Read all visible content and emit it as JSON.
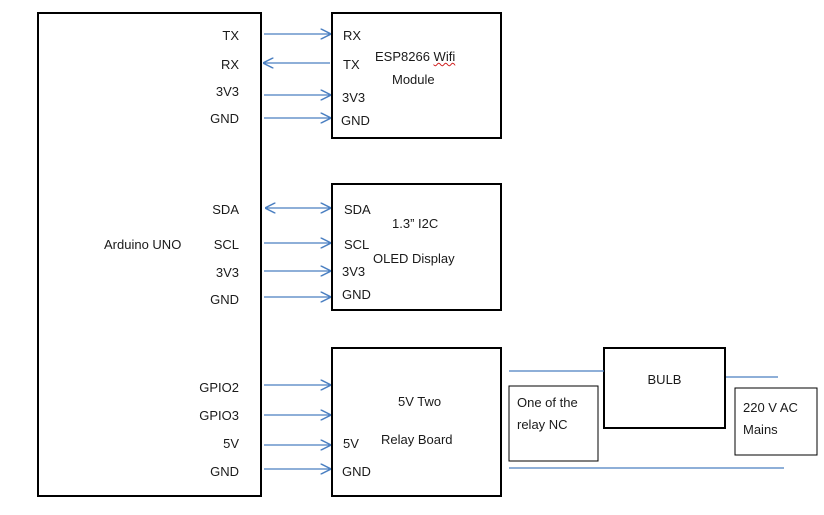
{
  "arduino": {
    "title": "Arduino UNO",
    "pins": [
      "TX",
      "RX",
      "3V3",
      "GND",
      "SDA",
      "SCL",
      "3V3",
      "GND",
      "GPIO2",
      "GPIO3",
      "5V",
      "GND"
    ]
  },
  "esp": {
    "title_main": "ESP8266 ",
    "title_squiggle": "Wifi",
    "title_line2": "Module",
    "pins": [
      "RX",
      "TX",
      "3V3",
      "GND"
    ]
  },
  "oled": {
    "title_line1": "1.3” I2C",
    "title_line2": "OLED Display",
    "pins": [
      "SDA",
      "SCL",
      "3V3",
      "GND"
    ]
  },
  "relay": {
    "title_line1": "5V Two",
    "title_line2": "Relay Board",
    "pins": [
      "5V",
      "GND"
    ]
  },
  "relay_note": "One of the relay NC",
  "bulb": {
    "title": "BULB"
  },
  "mains": {
    "title": "220 V AC Mains"
  },
  "colors": {
    "wire": "#4a7fc1",
    "box": "#000000"
  }
}
